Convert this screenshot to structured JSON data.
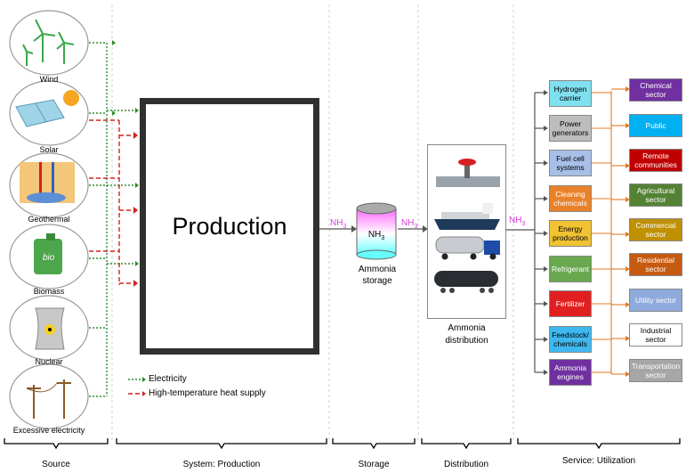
{
  "sources": [
    {
      "label": "Wind",
      "icon": "wind-turbine-icon"
    },
    {
      "label": "Solar",
      "icon": "solar-panel-icon"
    },
    {
      "label": "Geothermal",
      "icon": "geothermal-icon"
    },
    {
      "label": "Biomass",
      "icon": "biomass-can-icon"
    },
    {
      "label": "Nuclear",
      "icon": "nuclear-plant-icon"
    },
    {
      "label": "Excessive electricity",
      "icon": "power-line-icon"
    }
  ],
  "production": {
    "label": "Production"
  },
  "storage": {
    "top_label": "NH3",
    "tank_label": "NH3",
    "caption_line1": "Ammonia",
    "caption_line2": "storage"
  },
  "distribution": {
    "in_label": "NH3",
    "caption_line1": "Ammonia",
    "caption_line2": "distribution",
    "out_label": "NH3"
  },
  "legend": {
    "electricity": "Electricity",
    "heat": "High-temperature heat supply"
  },
  "services": [
    {
      "line1": "Hydrogen",
      "line2": "carrier",
      "color": "#7fe0f0"
    },
    {
      "line1": "Power",
      "line2": "generators",
      "color": "#bdbdbd"
    },
    {
      "line1": "Fuel cell",
      "line2": "systems",
      "color": "#a8c0e8"
    },
    {
      "line1": "Cleaning",
      "line2": "chemicals",
      "color": "#e8812a"
    },
    {
      "line1": "Energy",
      "line2": "production",
      "color": "#f1c232"
    },
    {
      "line1": "Refrigerant",
      "line2": "",
      "color": "#6aa84f"
    },
    {
      "line1": "Fertilizer",
      "line2": "",
      "color": "#e02020"
    },
    {
      "line1": "Feedstock/",
      "line2": "chemicals",
      "color": "#3fb8f0"
    },
    {
      "line1": "Ammonia",
      "line2": "engines",
      "color": "#7030a0"
    }
  ],
  "sectors": [
    {
      "line1": "Chemical",
      "line2": "sector",
      "color": "#7030a0"
    },
    {
      "line1": "Public",
      "line2": "",
      "color": "#00b0f0"
    },
    {
      "line1": "Remote",
      "line2": "communities",
      "color": "#c00000"
    },
    {
      "line1": "Agricultural",
      "line2": "sector",
      "color": "#548235"
    },
    {
      "line1": "Commercial",
      "line2": "sector",
      "color": "#bf9000"
    },
    {
      "line1": "Residential",
      "line2": "sector",
      "color": "#c55a11"
    },
    {
      "line1": "Utility sector",
      "line2": "",
      "color": "#8faadc"
    },
    {
      "line1": "Industrial",
      "line2": "sector",
      "color": "#ffffff"
    },
    {
      "line1": "Transportation",
      "line2": "sector",
      "color": "#a6a6a6"
    }
  ],
  "stages": {
    "source": "Source",
    "production": "System: Production",
    "storage": "Storage",
    "distribution": "Distribution",
    "utilization": "Service: Utilization"
  },
  "colors": {
    "electricity": "#2e8b2e",
    "heat": "#d62020",
    "accent_nh3": "#d63fd6",
    "sector_link": "#e07b2a"
  }
}
